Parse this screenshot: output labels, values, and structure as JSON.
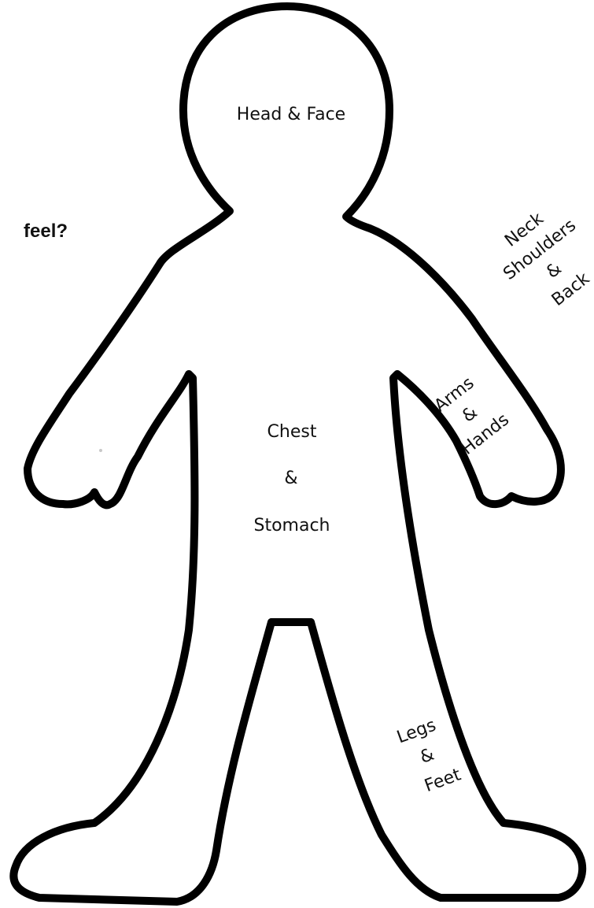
{
  "question_text": "feel?",
  "labels": {
    "head": "Head & Face",
    "neck": [
      "Neck",
      "Shoulders",
      "&",
      "Back"
    ],
    "arms": [
      "Arms",
      "&",
      "Hands"
    ],
    "chest": [
      "Chest",
      "&",
      "Stomach"
    ],
    "legs": [
      "Legs",
      "&",
      "Feet"
    ]
  },
  "colors": {
    "outline": "#000000",
    "background": "#ffffff",
    "text": "#111111"
  }
}
